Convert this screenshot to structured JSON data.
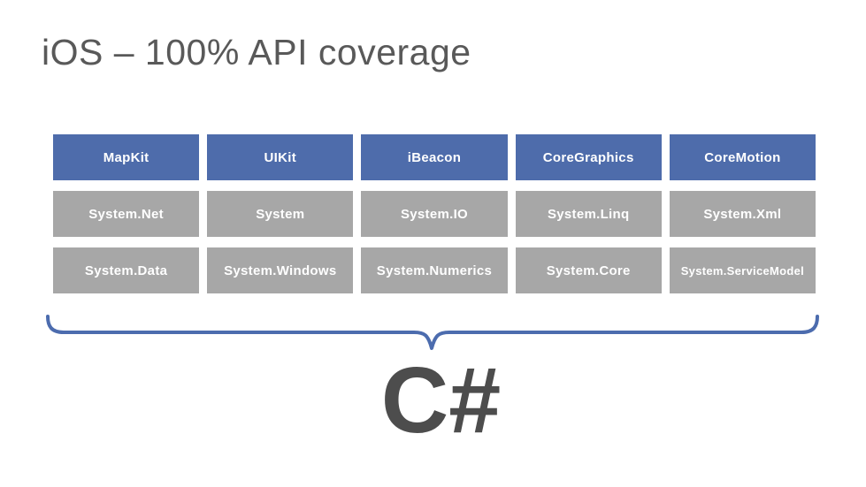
{
  "title": "iOS – 100% API coverage",
  "grid": {
    "rows": [
      {
        "style": "blue",
        "cells": [
          "MapKit",
          "UIKit",
          "iBeacon",
          "CoreGraphics",
          "CoreMotion"
        ]
      },
      {
        "style": "gray",
        "cells": [
          "System.Net",
          "System",
          "System.IO",
          "System.Linq",
          "System.Xml"
        ]
      },
      {
        "style": "gray",
        "cells": [
          "System.Data",
          "System.Windows",
          "System.Numerics",
          "System.Core",
          "System.ServiceModel"
        ]
      }
    ]
  },
  "brace": {
    "color": "#4c6cae"
  },
  "language_label": "C#",
  "colors": {
    "blue_box": "#4e6cab",
    "gray_box": "#a7a7a7",
    "box_text": "#ffffff",
    "title": "#595959",
    "csharp": "#4d4d4d",
    "background": "#ffffff"
  }
}
